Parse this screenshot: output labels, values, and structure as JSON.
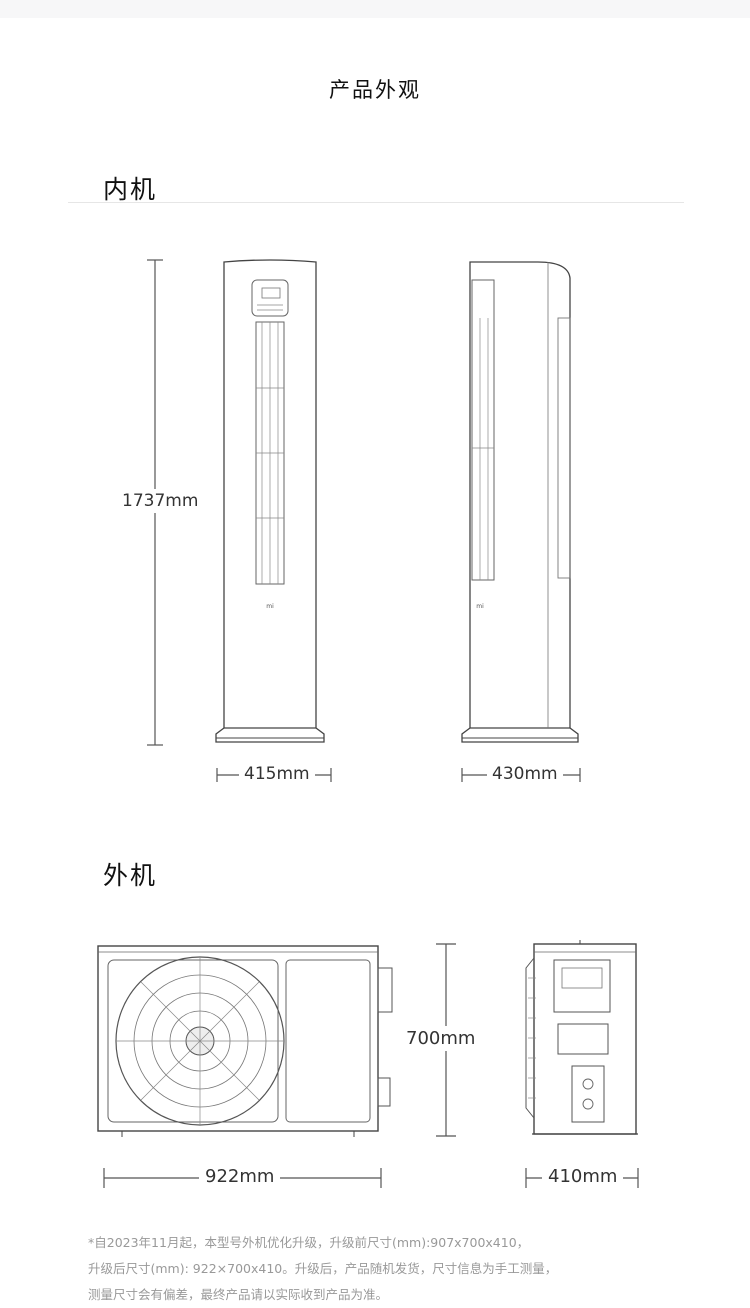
{
  "page_title": "产品外观",
  "indoor": {
    "title": "内机",
    "height_label": "1737mm",
    "front_width_label": "415mm",
    "side_depth_label": "430mm"
  },
  "outdoor": {
    "title": "外机",
    "height_label": "700mm",
    "width_label": "922mm",
    "depth_label": "410mm"
  },
  "note": {
    "line1": "*自2023年11月起，本型号外机优化升级，升级前尺寸(mm):907x700x410，",
    "line2": "升级后尺寸(mm): 922×700x410。升级后，产品随机发货，尺寸信息为手工测量，",
    "line3": "测量尺寸会有偏差，最终产品请以实际收到产品为准。"
  },
  "colors": {
    "line": "#444444",
    "dim_line": "#555555",
    "note": "#999999"
  }
}
